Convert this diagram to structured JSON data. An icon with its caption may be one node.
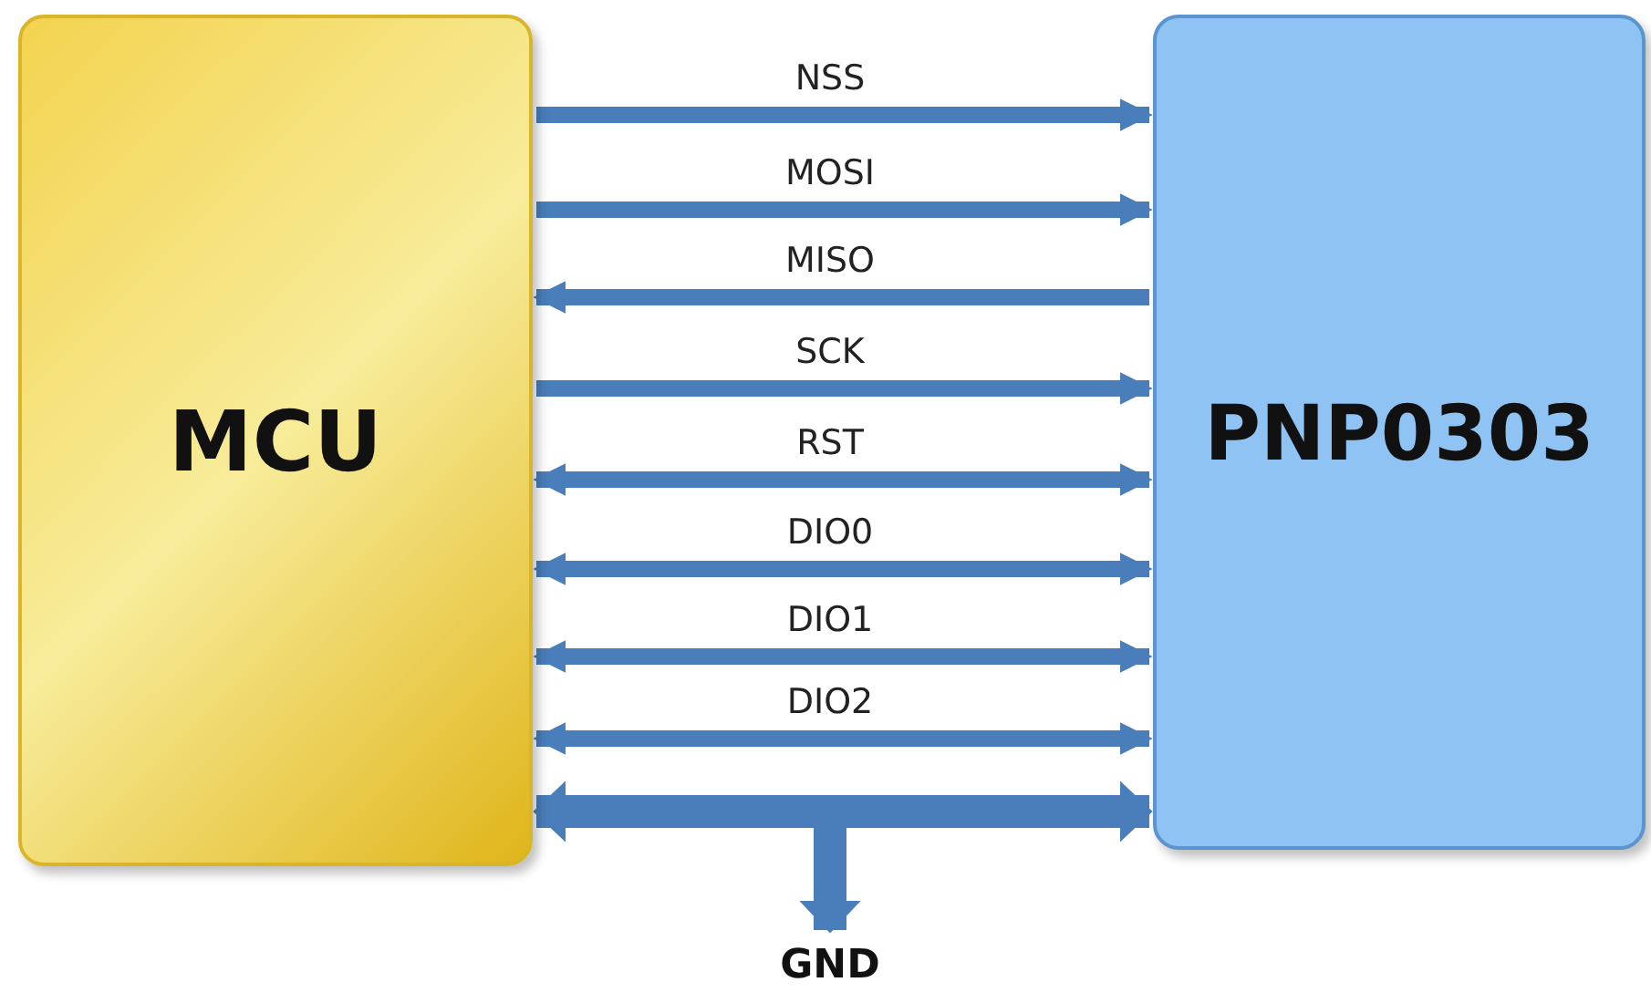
{
  "diagram": {
    "nodes": [
      {
        "text": [
          "MCU"
        ]
      },
      {
        "text": [
          "PNP0303"
        ]
      },
      {
        "text": [
          "GND"
        ]
      }
    ],
    "edges": [
      {
        "from": 0,
        "to": 1,
        "arrow": "to",
        "label": "NSS"
      },
      {
        "from": 0,
        "to": 1,
        "arrow": "to",
        "label": "MOSI"
      },
      {
        "from": 1,
        "to": 0,
        "arrow": "to",
        "label": "MISO"
      },
      {
        "from": 0,
        "to": 1,
        "arrow": "to",
        "label": "SCK"
      },
      {
        "from": 0,
        "to": 1,
        "arrow": "both",
        "label": "RST"
      },
      {
        "from": 0,
        "to": 1,
        "arrow": "both",
        "label": "DIO0"
      },
      {
        "from": 0,
        "to": 1,
        "arrow": "both",
        "label": "DIO1"
      },
      {
        "from": 0,
        "to": 1,
        "arrow": "both",
        "label": "DIO2"
      },
      {
        "from": 0,
        "to": 1,
        "arrow": "both",
        "style": "thick"
      },
      {
        "from": null,
        "to": 2,
        "arrow": "to",
        "style": "thick"
      }
    ]
  }
}
